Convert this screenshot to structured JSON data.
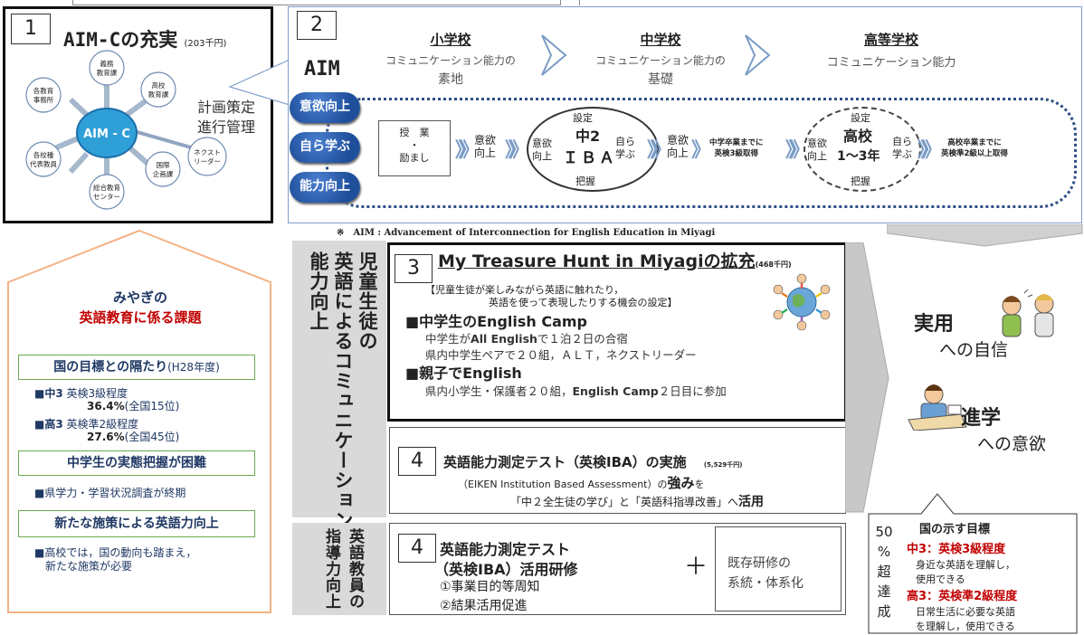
{
  "top_strip": {
    "text1": "",
    "text2": ""
  },
  "panel1": {
    "num": "1",
    "title_bold": "AIM-C",
    "title_rest": "の充実",
    "budget": "(203千円)",
    "center": "AIM - C",
    "nodes": [
      "義務教育課",
      "高校教育課",
      "国際企画課",
      "総合教育センター",
      "各校種代表教員",
      "各教育事務所",
      "ネクストリーダー"
    ],
    "side_text": "計画策定進行管理"
  },
  "panel2": {
    "num": "2",
    "aim_label": "AIM",
    "stages": [
      {
        "title": "小学校",
        "line1": "コミュニケーション能力の",
        "line2": "素地"
      },
      {
        "title": "中学校",
        "line1": "コミュニケーション能力の",
        "line2": "基礎"
      },
      {
        "title": "高等学校",
        "line1": "コミュニケーション能力",
        "line2": ""
      }
    ],
    "pills": [
      "意欲向上",
      "自ら学ぶ",
      "能力向上"
    ],
    "flow": {
      "teach_top": "授　業",
      "teach_dot": "・",
      "teach_bottom": "励まし",
      "iyoku": "意欲\n向上",
      "circle1_top": "設定",
      "circle1_main": "中2",
      "circle1_sub": "ＩＢＡ",
      "circle1_bottom": "把握",
      "iyoku_left": "意欲\n向上",
      "mizukara": "自ら\n学ぶ",
      "goal1": "中学卒業までに\n英検3級取得",
      "circle2_top": "設定",
      "circle2_main": "高校",
      "circle2_sub": "1～3年",
      "circle2_bottom": "把握",
      "goal2": "高校卒業までに\n英検準2級以上取得"
    },
    "footnote": "※　AIM : Advancement of Interconnection for English Education in Miyagi"
  },
  "issues": {
    "title1": "みやぎの",
    "title2": "英語教育に係る課題",
    "gap_label": "国の目標との隔たり",
    "gap_year": "(H28年度)",
    "jh_label": "■中3",
    "jh_text": "英検3級程度",
    "jh_value": "36.4%",
    "jh_rank": "(全国15位)",
    "hs_label": "■高3",
    "hs_text": "英検準2級程度",
    "hs_value": "27.6%",
    "hs_rank": "(全国45位)",
    "box2": "中学生の実態把握が困難",
    "item2": "■県学力・学習状況調査が終期",
    "box3": "新たな施策による英語力向上",
    "item3_line1": "■高校では，国の動向も踏まえ，",
    "item3_line2": "新たな施策が必要"
  },
  "section_labels": {
    "comm_col1": "児童生徒の",
    "comm_col2": "英語によるコミュニケーション",
    "comm_col3": "能力向上",
    "teach_col1": "英語教員の",
    "teach_col2": "指導力向上"
  },
  "panel3": {
    "num": "3",
    "title": "My Treasure Hunt in Miyagiの拡充",
    "budget": "(468千円)",
    "desc1": "【児童生徒が楽しみながら英語に触れたり，",
    "desc2": "英語を使って表現したりする機会の設定】",
    "h1": "■中学生のEnglish Camp",
    "l1a": "中学生が",
    "l1b": "All English",
    "l1c": "で１泊２日の合宿",
    "l2": "県内中学生ペアで２０組，ＡＬＴ，ネクストリーダー",
    "h2": "■親子でEnglish",
    "l3a": "県内小学生・保護者２０組，",
    "l3b": "English Camp",
    "l3c": "２日目に参加"
  },
  "panel4a": {
    "num": "4",
    "title": "英語能力測定テスト（英検IBA）の実施",
    "budget": "(5,529千円)",
    "line1a": "（EIKEN Institution Based Assessment）の",
    "line1b": "強み",
    "line1c": "を",
    "line2a": "「中２全生徒の学び」と「英語科指導改善」へ",
    "line2b": "活用"
  },
  "panel4b": {
    "num": "4",
    "title1": "英語能力測定テスト",
    "title2": "（英検IBA）活用研修",
    "item1": "①事業目的等周知",
    "item2": "②結果活用促進",
    "plus": "＋",
    "side1": "既存研修の",
    "side2": "系統・体系化"
  },
  "outcomes": {
    "o1_main": "実用",
    "o1_sub": "への自信",
    "o2_main": "進学",
    "o2_sub": "への意欲"
  },
  "goal_box": {
    "vertical": [
      "50",
      "%",
      "超",
      "達",
      "成"
    ],
    "title": "国の示す目標",
    "jh_label": "中3",
    "jh_goal": "英検3級程度",
    "jh_desc1": "身近な英語を理解し，",
    "jh_desc2": "使用できる",
    "hs_label": "高3",
    "hs_goal": "英検準2級程度",
    "hs_desc1": "日常生活に必要な英語",
    "hs_desc2": "を理解し，使用できる"
  },
  "colors": {
    "navy": "#1f3864",
    "red": "#c00000",
    "pill_blue": "#1f4e9a",
    "arrow_gray": "#c8c8c8",
    "issue_orange": "#f4b183",
    "green": "#6aa84f"
  }
}
